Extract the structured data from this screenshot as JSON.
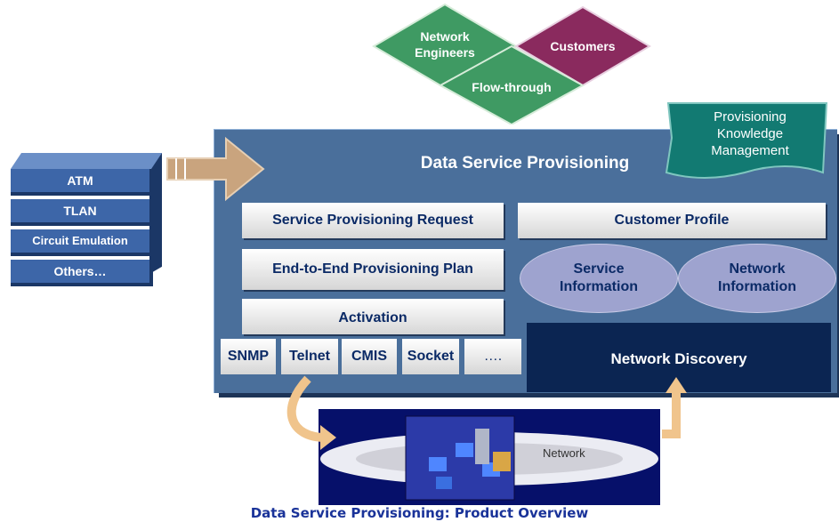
{
  "diamonds": {
    "network_engineers": "Network Engineers",
    "customers": "Customers",
    "flow_through": "Flow-through"
  },
  "knowledge_banner": "Provisioning Knowledge Management",
  "stack": [
    "ATM",
    "TLAN",
    "Circuit Emulation",
    "Others…"
  ],
  "panel": {
    "title": "Data Service Provisioning",
    "service_request": "Service Provisioning Request",
    "plan": "End-to-End Provisioning Plan",
    "activation": "Activation",
    "customer_profile": "Customer Profile",
    "service_info": "Service Information",
    "network_info": "Network Information",
    "network_discovery": "Network Discovery",
    "protocols": [
      "SNMP",
      "Telnet",
      "CMIS",
      "Socket",
      "…."
    ]
  },
  "network_label": "Network",
  "footer_caption": "Data Service Provisioning: Product Overview",
  "colors": {
    "panel": "#4a6f9b",
    "diamond_green": "#3f9a63",
    "diamond_purple": "#8a2a5e",
    "banner_teal": "#127a72",
    "discovery": "#0b2552",
    "ellipse": "#9ea3cf"
  }
}
